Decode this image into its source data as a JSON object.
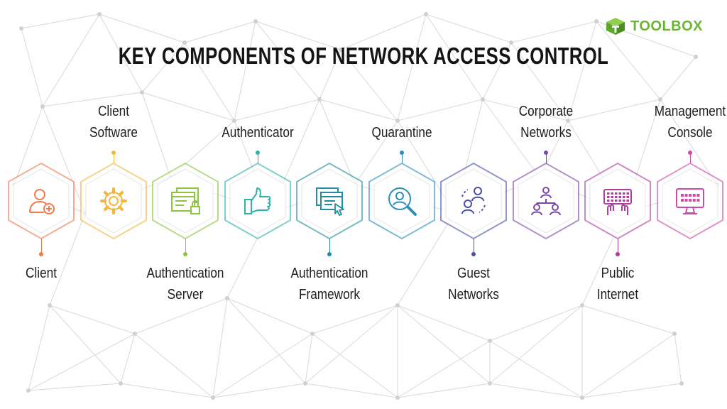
{
  "brand": {
    "name": "TOOLBOX",
    "color": "#6bb533"
  },
  "title": "KEY COMPONENTS OF NETWORK ACCESS CONTROL",
  "components": [
    {
      "lines": [
        "Client"
      ],
      "position": "below",
      "color": "#f07a4a",
      "icon": "user-add-icon"
    },
    {
      "lines": [
        "Client",
        "Software"
      ],
      "position": "above",
      "color": "#f5b53a",
      "icon": "gear-icon"
    },
    {
      "lines": [
        "Authentication",
        "Server"
      ],
      "position": "below",
      "color": "#8cc63f",
      "icon": "server-lock-icon"
    },
    {
      "lines": [
        "Authenticator"
      ],
      "position": "above",
      "color": "#2bb3a6",
      "icon": "thumbs-up-icon"
    },
    {
      "lines": [
        "Authentication",
        "Framework"
      ],
      "position": "below",
      "color": "#1f8ea3",
      "icon": "window-cursor-icon"
    },
    {
      "lines": [
        "Quarantine"
      ],
      "position": "above",
      "color": "#2a8fb8",
      "icon": "person-search-icon"
    },
    {
      "lines": [
        "Guest",
        "Networks"
      ],
      "position": "below",
      "color": "#4a4fa8",
      "icon": "guest-users-icon"
    },
    {
      "lines": [
        "Corporate",
        "Networks"
      ],
      "position": "above",
      "color": "#7a4aa8",
      "icon": "org-chart-icon"
    },
    {
      "lines": [
        "Public",
        "Internet"
      ],
      "position": "below",
      "color": "#b03c9c",
      "icon": "keyboard-hands-icon"
    },
    {
      "lines": [
        "Management",
        "Console"
      ],
      "position": "above",
      "color": "#d24aa8",
      "icon": "monitor-grid-icon"
    }
  ]
}
